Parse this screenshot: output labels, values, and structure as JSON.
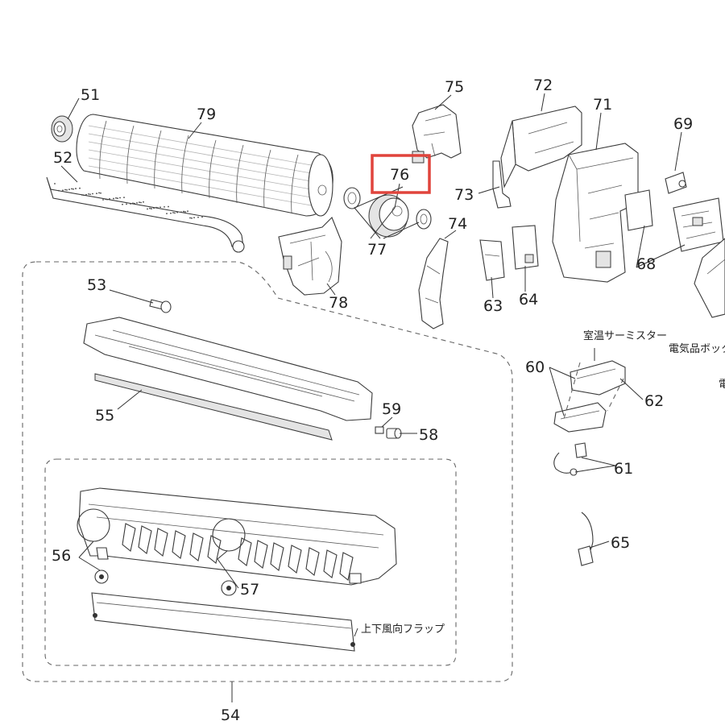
{
  "callouts": {
    "n51": "51",
    "n52": "52",
    "n53": "53",
    "n54": "54",
    "n55": "55",
    "n56": "56",
    "n57": "57",
    "n58": "58",
    "n59": "59",
    "n60": "60",
    "n61": "61",
    "n62": "62",
    "n63": "63",
    "n64": "64",
    "n65": "65",
    "n68": "68",
    "n69": "69",
    "n71": "71",
    "n72": "72",
    "n73": "73",
    "n74": "74",
    "n75": "75",
    "n76": "76",
    "n77": "77",
    "n78": "78",
    "n79": "79"
  },
  "labels": {
    "room_thermistor": "室温サーミスター",
    "electrical_box": "電気品ボックス",
    "electrical_box_cut": "電",
    "updown_flap": "上下風向フラップ"
  },
  "highlight": {
    "part": "76",
    "color": "#e0443c"
  }
}
